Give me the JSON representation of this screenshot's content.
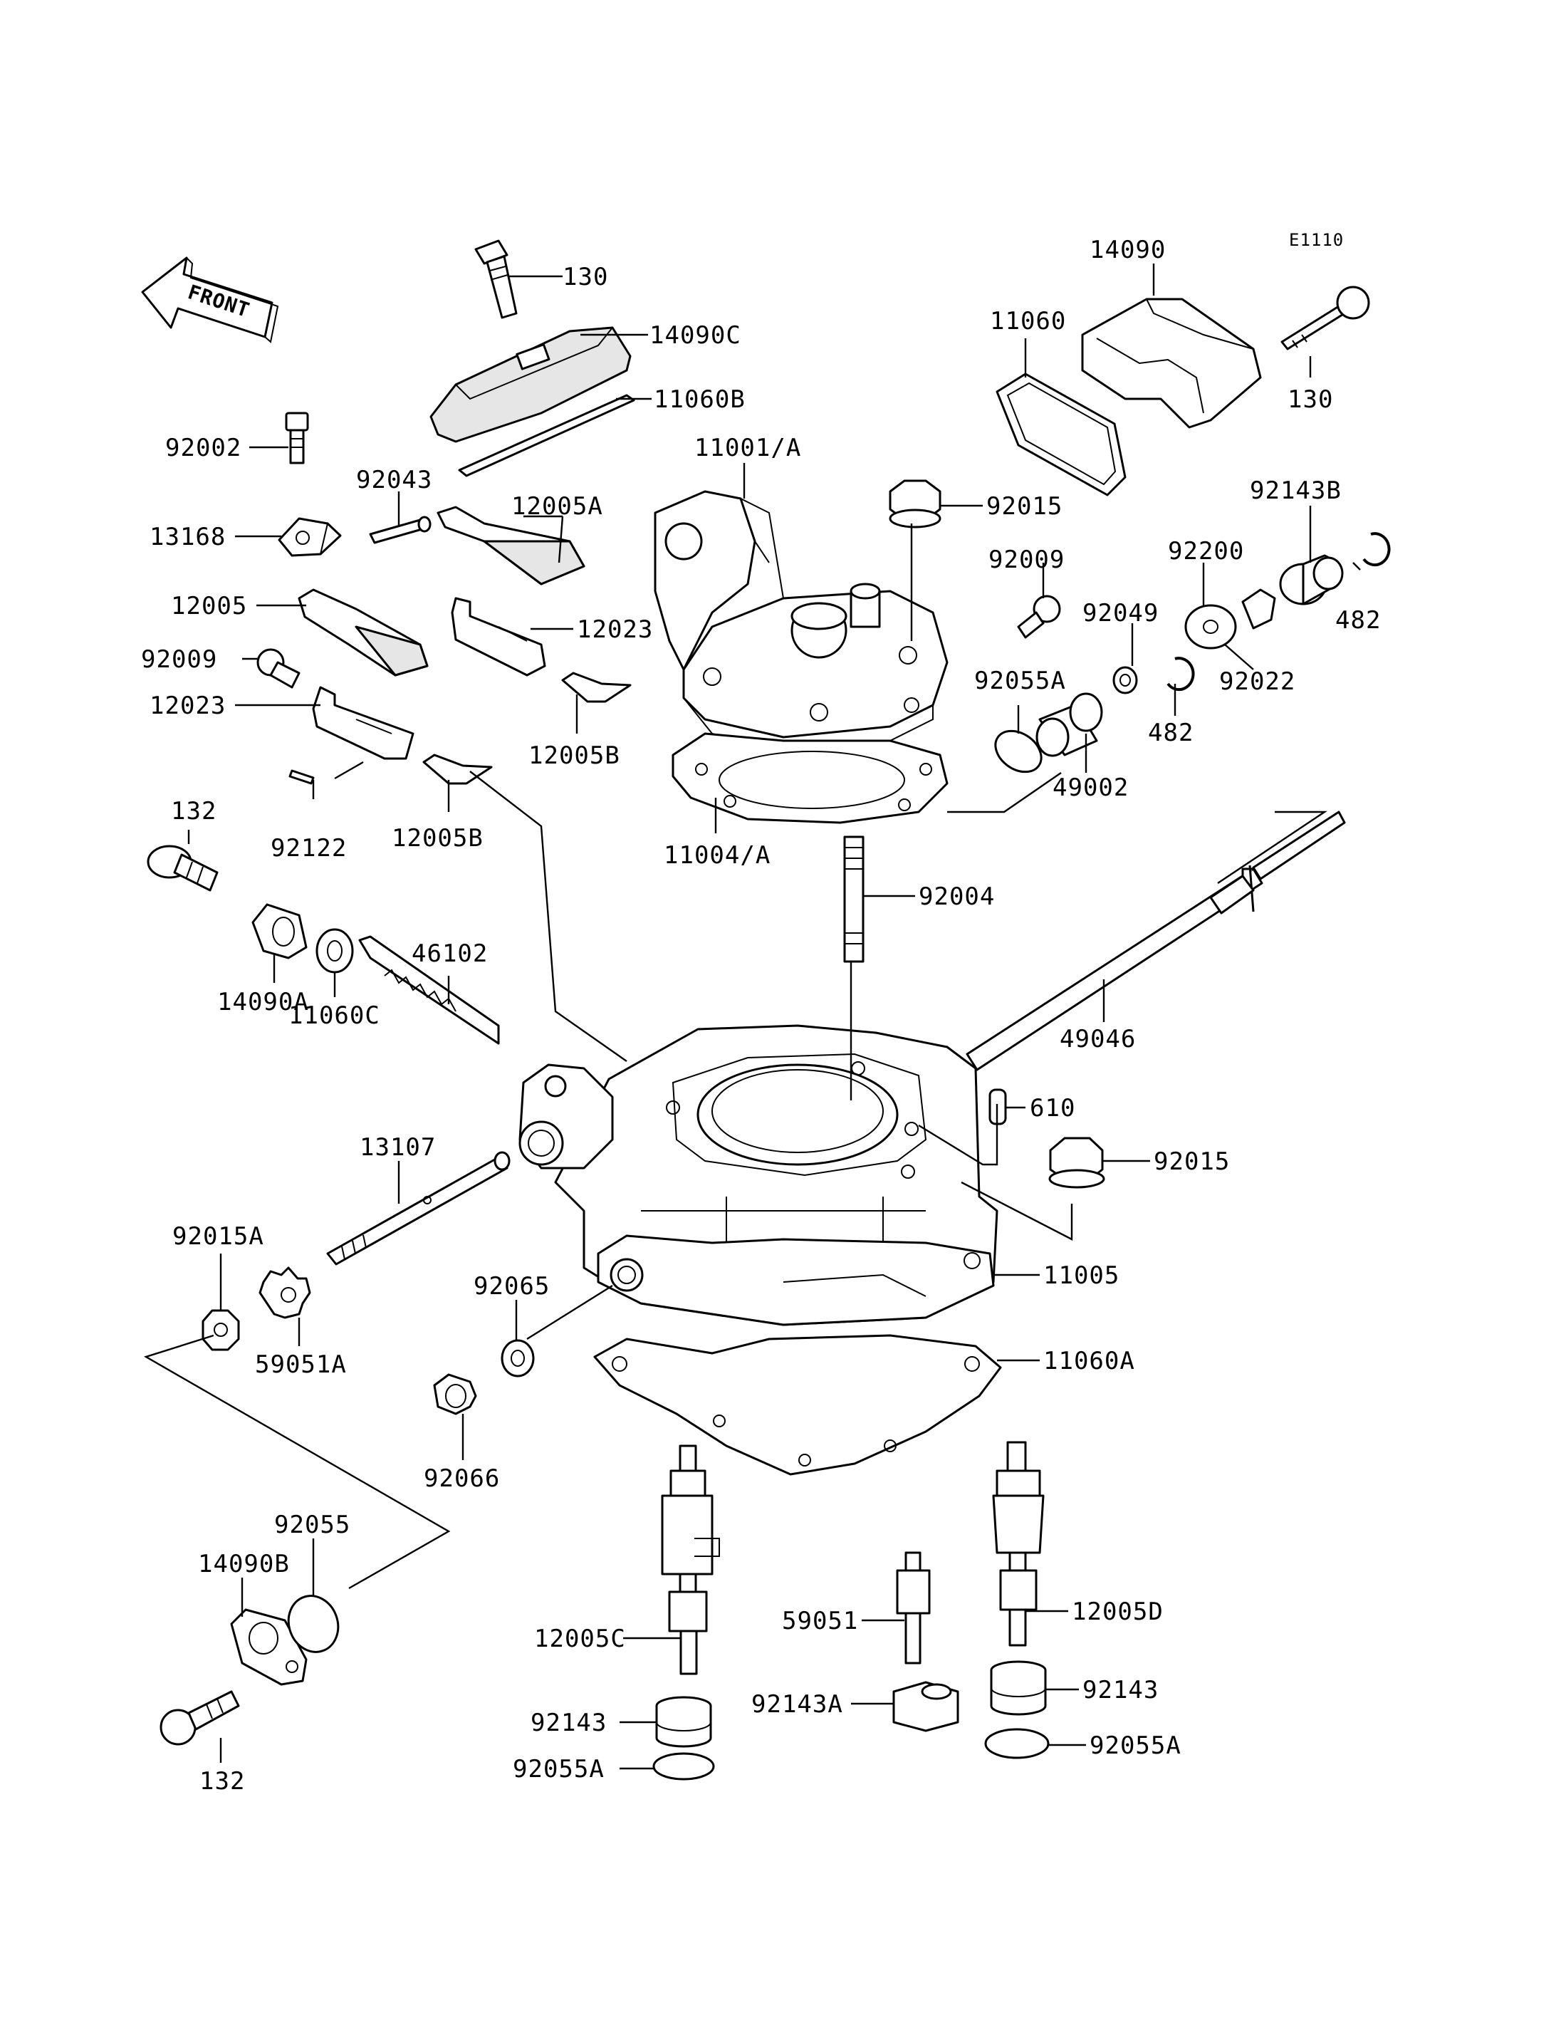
{
  "diagram": {
    "code": "E1110",
    "front_label": "FRONT",
    "labels": {
      "p130_top": "130",
      "p14090C": "14090C",
      "p11060B": "11060B",
      "p92002": "92002",
      "p92043": "92043",
      "p12005A": "12005A",
      "p13168": "13168",
      "p12005_main": "12005",
      "p12023_r": "12023",
      "p92009_l": "92009",
      "p12023_l": "12023",
      "p12005B_r": "12005B",
      "p92122": "92122",
      "p12005B_l": "12005B",
      "p11001A": "11001/A",
      "p11004A": "11004/A",
      "p92015_top": "92015",
      "p14090": "14090",
      "p11060": "11060",
      "p130_right": "130",
      "p92143B": "92143B",
      "p92009_r": "92009",
      "p92200": "92200",
      "p92049": "92049",
      "p482_r": "482",
      "p92022": "92022",
      "p482_m": "482",
      "p92055A_top": "92055A",
      "p49002": "49002",
      "p92004": "92004",
      "p49046": "49046",
      "p132_top": "132",
      "p14090A": "14090A",
      "p11060C": "11060C",
      "p46102": "46102",
      "p610": "610",
      "p92015_mid": "92015",
      "p13107": "13107",
      "p92015A": "92015A",
      "p59051A": "59051A",
      "p92065": "92065",
      "p11005": "11005",
      "p11060A": "11060A",
      "p92066": "92066",
      "p92055": "92055",
      "p14090B": "14090B",
      "p132_bot": "132",
      "p12005C": "12005C",
      "p59051": "59051",
      "p12005D": "12005D",
      "p92143_l": "92143",
      "p92143A": "92143A",
      "p92143_r": "92143",
      "p92055A_l": "92055A",
      "p92055A_r": "92055A"
    }
  }
}
